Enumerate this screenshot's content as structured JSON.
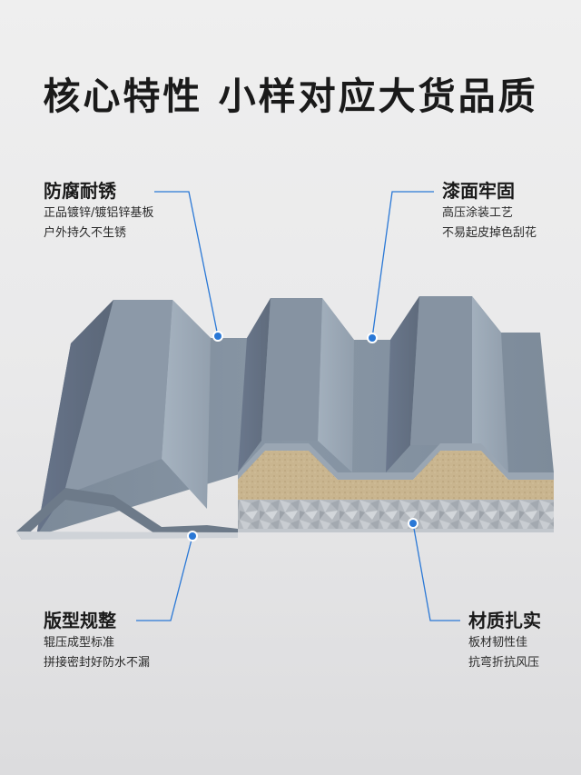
{
  "title": "核心特性 小样对应大货品质",
  "features": [
    {
      "id": "tl",
      "head": "防腐耐锈",
      "lines": [
        "正品镀锌/镀铝锌基板",
        "户外持久不生锈"
      ]
    },
    {
      "id": "tr",
      "head": "漆面牢固",
      "lines": [
        "高压涂装工艺",
        "不易起皮掉色刮花"
      ]
    },
    {
      "id": "bl",
      "head": "版型规整",
      "lines": [
        "辊压成型标准",
        "拼接密封好防水不漏"
      ]
    },
    {
      "id": "br",
      "head": "材质扎实",
      "lines": [
        "板材韧性佳",
        "抗弯折抗风压"
      ]
    }
  ],
  "colors": {
    "panel": "#7f8d9d",
    "panel_dark": "#5f6c7b",
    "panel_light": "#9eabb8",
    "foam": "#cbb894",
    "galvanized": "#b7bcc2",
    "accent_line": "#2a78d6"
  }
}
